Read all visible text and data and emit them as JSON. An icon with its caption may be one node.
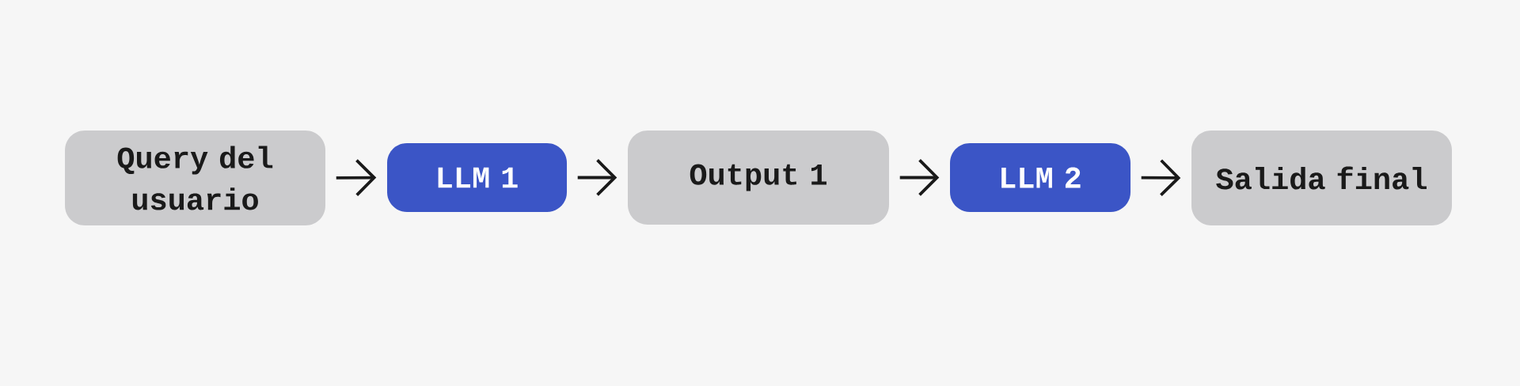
{
  "diagram": {
    "nodes": [
      {
        "text": [
          "Query del usuario"
        ]
      },
      {
        "text": [
          "LLM 1"
        ]
      },
      {
        "text": [
          "Output 1"
        ]
      },
      {
        "text": [
          "LLM 2"
        ]
      },
      {
        "text": [
          "Salida final"
        ]
      }
    ],
    "edges": [
      {
        "from": 0,
        "to": 1,
        "arrow": "to"
      },
      {
        "from": 1,
        "to": 2,
        "arrow": "to"
      },
      {
        "from": 2,
        "to": 3,
        "arrow": "to"
      },
      {
        "from": 3,
        "to": 4,
        "arrow": "to"
      }
    ]
  }
}
